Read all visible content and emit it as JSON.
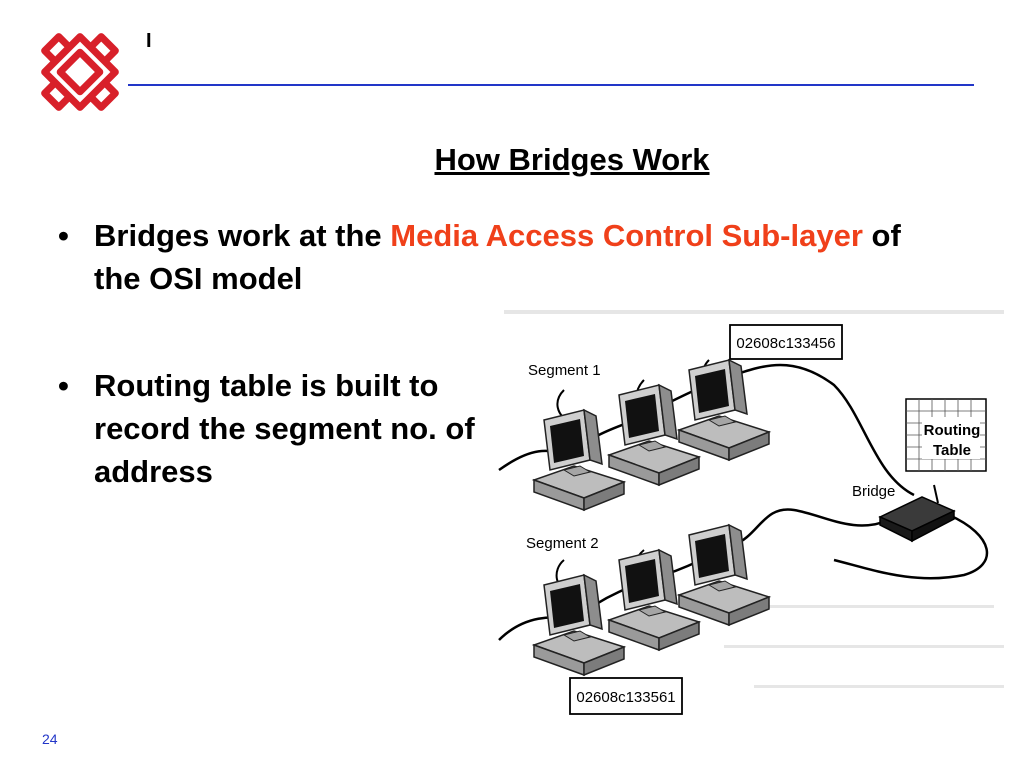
{
  "header": {
    "mark": "I"
  },
  "slide": {
    "title": "How Bridges Work",
    "bullets": [
      {
        "marker": "•",
        "part1": "Bridges work at the ",
        "highlight": "Media Access Control Sub-layer",
        "part2": " of the OSI model"
      },
      {
        "marker": "•",
        "text": "Routing table is built to record the segment no. of address"
      }
    ]
  },
  "diagram": {
    "segment1_label": "Segment 1",
    "segment2_label": "Segment 2",
    "address_top": "02608c133456",
    "address_bottom": "02608c133561",
    "routing_table_line1": "Routing",
    "routing_table_line2": "Table",
    "bridge_label": "Bridge"
  },
  "footer": {
    "page_number": "24"
  },
  "colors": {
    "highlight": "#f0401a",
    "rule": "#2236c8",
    "logo": "#d8202a"
  }
}
